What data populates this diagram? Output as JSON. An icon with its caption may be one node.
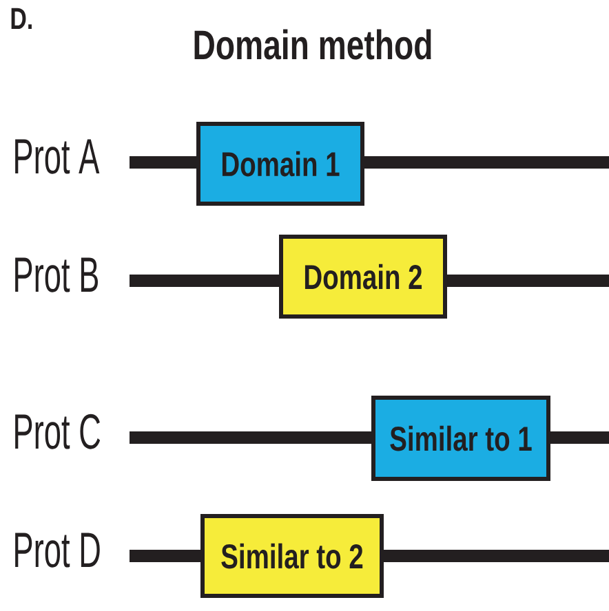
{
  "diagram": {
    "title": "Domain method",
    "nodes": [
      {
        "text": [
          "Domain 1"
        ]
      },
      {
        "text": [
          "Domain 2"
        ]
      },
      {
        "text": [
          "Similar to 1"
        ]
      },
      {
        "text": [
          "Similar to 2"
        ]
      }
    ],
    "labels": [
      "D.",
      "Prot A",
      "Prot B",
      "Prot C",
      "Prot D"
    ]
  }
}
